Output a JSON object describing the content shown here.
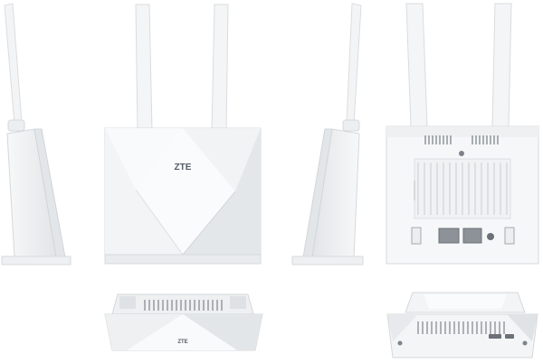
{
  "product": {
    "brand_logo": "ZTE"
  },
  "views": [
    {
      "name": "left-side-view"
    },
    {
      "name": "front-view"
    },
    {
      "name": "right-side-view"
    },
    {
      "name": "rear-view"
    },
    {
      "name": "bottom-front-view"
    },
    {
      "name": "bottom-rear-view"
    }
  ],
  "colors": {
    "body": "#f6f7f8",
    "edge": "#d9dcdf",
    "shade": "#e6e8ea",
    "vent": "#9aa0a6",
    "port": "#6b7178",
    "logo": "#555c66"
  }
}
